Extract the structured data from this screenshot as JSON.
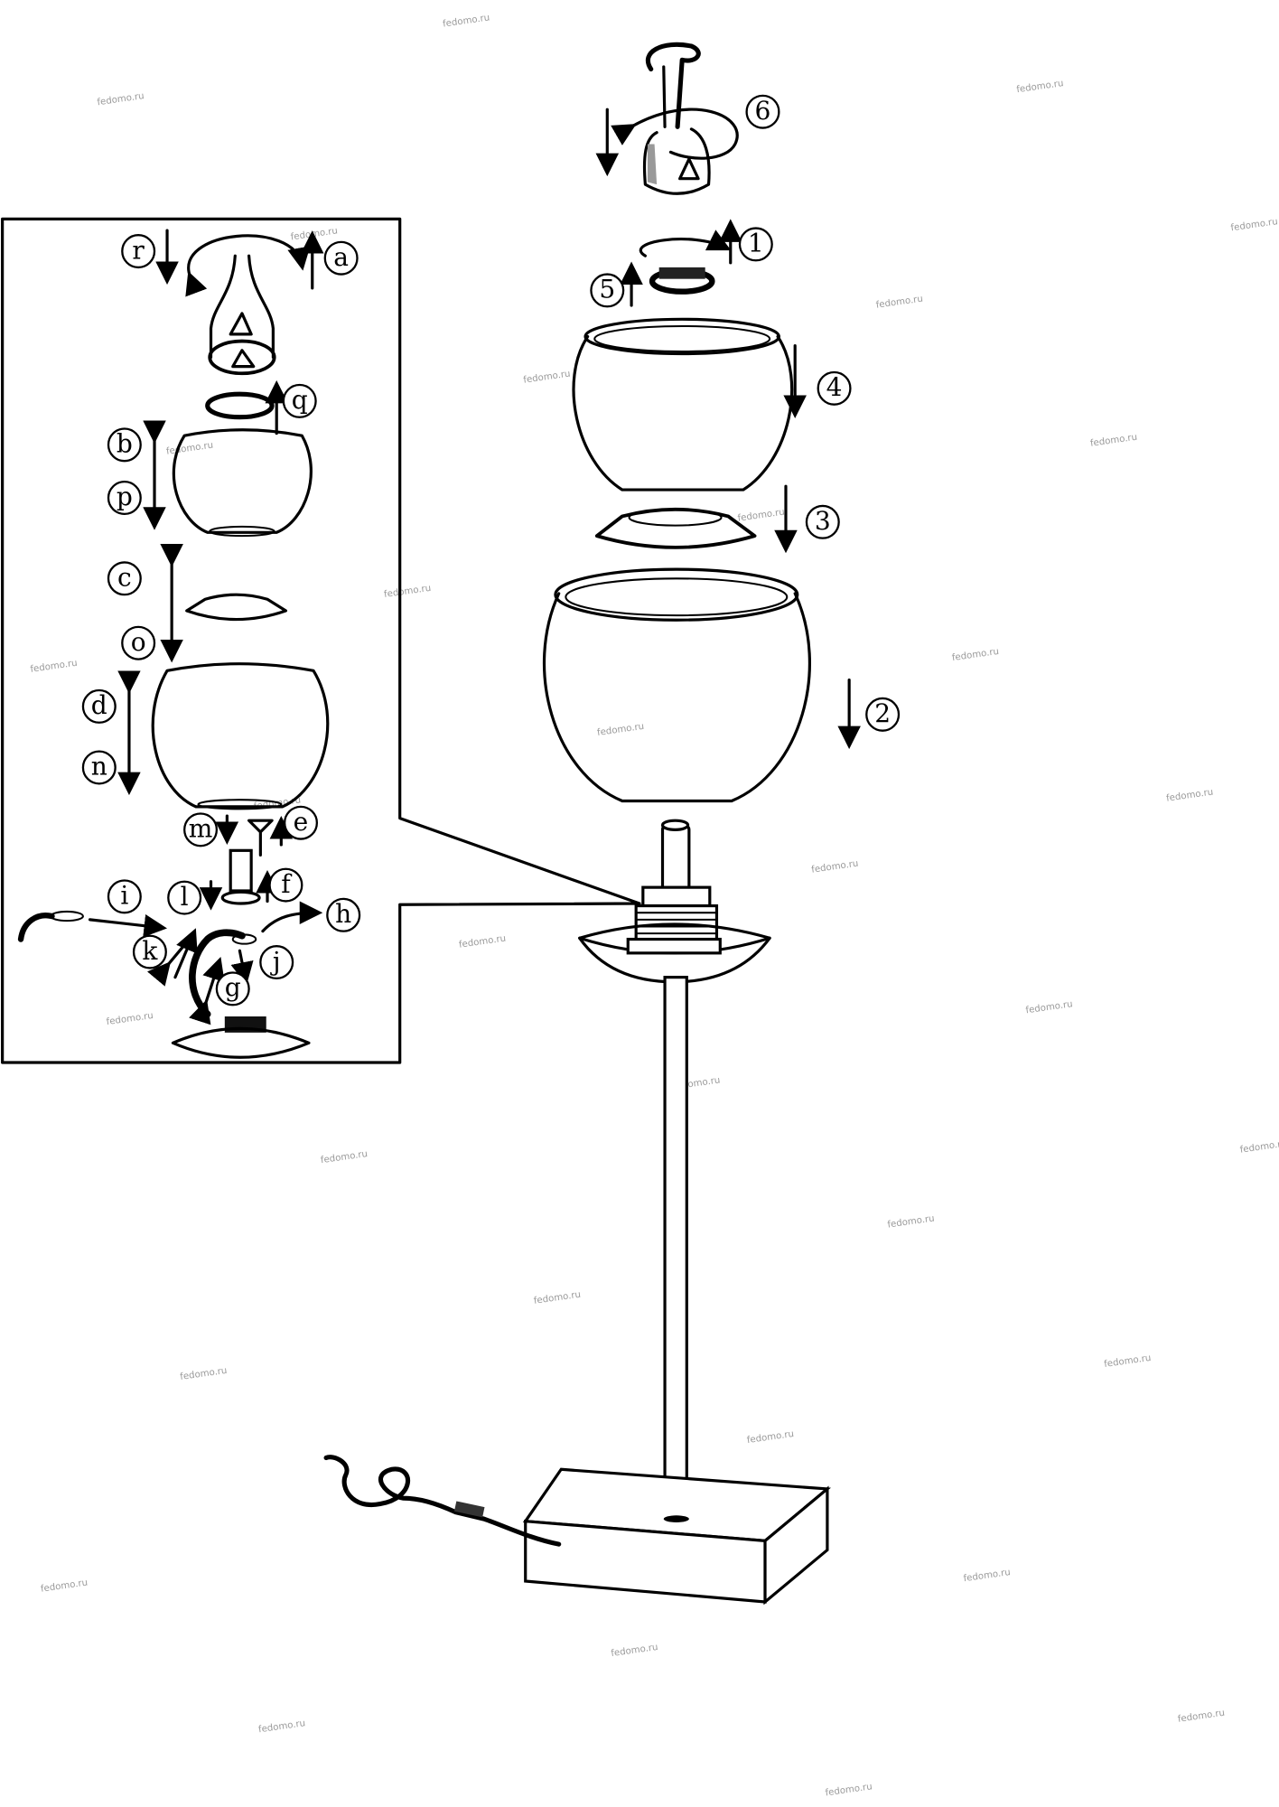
{
  "title": "Floor lamp assembly diagram",
  "watermark": "fedomo.ru",
  "main_steps": [
    "6",
    "1",
    "5",
    "4",
    "3",
    "2"
  ],
  "inset_steps": {
    "r": "r",
    "a": "a",
    "q": "q",
    "b": "b",
    "p": "p",
    "c": "c",
    "o": "o",
    "d": "d",
    "n": "n",
    "m": "m",
    "e": "e",
    "l": "l",
    "f": "f",
    "i": "i",
    "h": "h",
    "k": "k",
    "j": "j",
    "g": "g"
  },
  "colors": {
    "line": "#000000",
    "watermark": "#9a9a9a",
    "background": "#ffffff"
  }
}
